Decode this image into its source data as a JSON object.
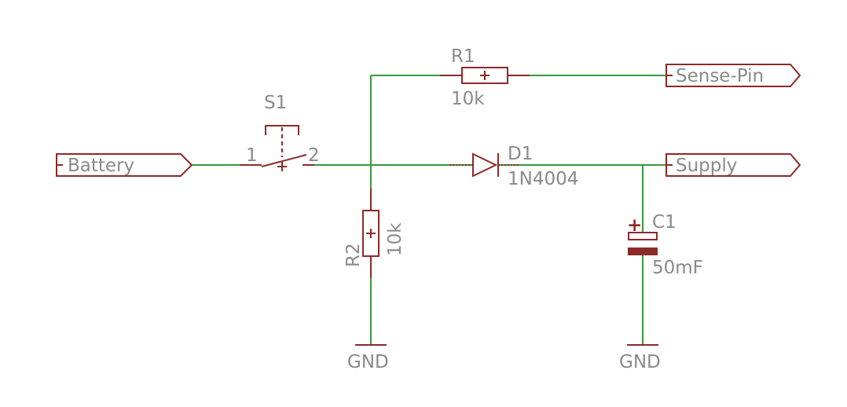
{
  "colors": {
    "wire": "#3a9a3a",
    "symbol": "#8c2a2a",
    "text": "#8a8a8a",
    "background": "#ffffff"
  },
  "nets": {
    "battery": "Battery",
    "sense": "Sense-Pin",
    "supply": "Supply"
  },
  "components": {
    "s1": {
      "ref": "S1",
      "pin1": "1",
      "pin2": "2"
    },
    "r1": {
      "ref": "R1",
      "value": "10k"
    },
    "r2": {
      "ref": "R2",
      "value": "10k"
    },
    "d1": {
      "ref": "D1",
      "value": "1N4004"
    },
    "c1": {
      "ref": "C1",
      "value": "50mF",
      "polarity": "+"
    }
  },
  "grounds": {
    "left": "GND",
    "right": "GND"
  }
}
